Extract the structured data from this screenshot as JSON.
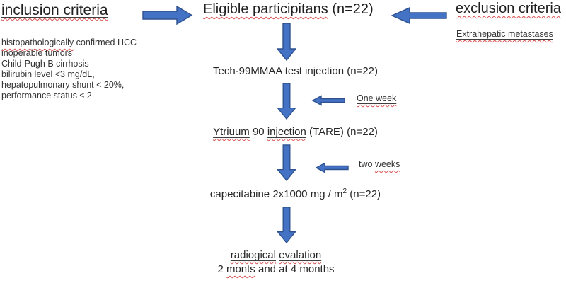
{
  "inclusion": {
    "title": "inclusion criteria",
    "criteria": {
      "line1_word": "histopathologically",
      "line1_rest": " confirmed HCC",
      "line2": " inoperable tumors",
      "line3": "Child-Pugh B cirrhosis",
      "line4": "bilirubin level <3 mg/dL,",
      "line5": "hepatopulmonary shunt < 20%,",
      "line6": "performance status ≤ 2"
    }
  },
  "exclusion": {
    "title": "exclusion criteria",
    "criterion": "Extrahepatic metastases"
  },
  "flow": {
    "eligible": {
      "main": "Eligible participitans",
      "suffix": " (n=22)"
    },
    "tech_injection": {
      "label": "Tech-99MMAA test injection (n=22)"
    },
    "yttrium": {
      "word1": "Ytriuum",
      "mid": " 90 ",
      "word2": "injection",
      "rest": " (TARE) (n=22)"
    },
    "capecitabine": {
      "pre": "capecitabine 2x1000 mg / m",
      "sup": "2",
      "post": " (n=22)"
    },
    "evaluation": {
      "word1": "radiogical",
      "word2": "evalation",
      "line2_pre": "2 ",
      "line2_word": "monts",
      "line2_post": " and at 4 months"
    }
  },
  "intervals": {
    "one_week": "One week",
    "two_weeks_pre": "two ",
    "two_weeks_word": "weeks"
  },
  "icons": {
    "inclusion_arrow": "right-block-arrow",
    "exclusion_arrow": "left-block-arrow",
    "flow_arrows": "down-block-arrow",
    "interval_arrows": "left-block-arrow"
  },
  "colors": {
    "arrow_fill": "#4472C4",
    "arrow_border": "#2F528F",
    "text": "#262626",
    "spellcheck_underline": "#D85050"
  }
}
